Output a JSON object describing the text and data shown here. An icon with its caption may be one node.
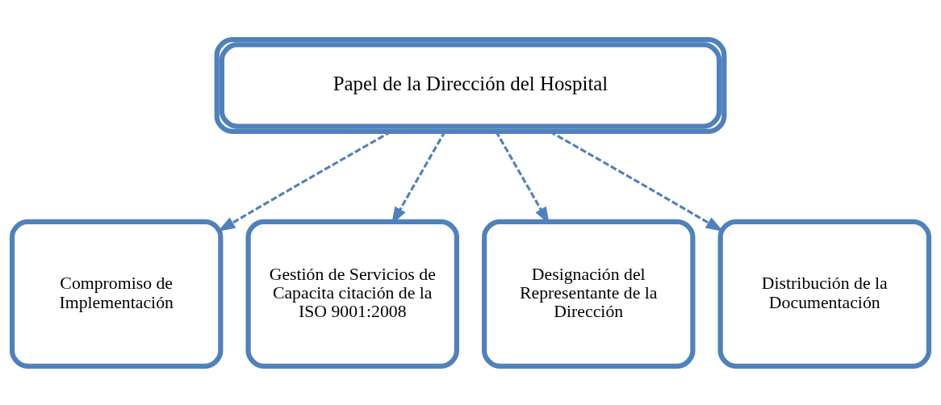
{
  "diagram": {
    "nodes": [
      {
        "text": [
          "Papel de la Dirección del Hospital"
        ]
      },
      {
        "text": [
          "Compromiso de Implementación"
        ]
      },
      {
        "text": [
          "Gestión de Servicios de Capacita citación de la ISO 9001:2008"
        ]
      },
      {
        "text": [
          "Designación del Representante de la Dirección"
        ]
      },
      {
        "text": [
          "Distribución de la Documentación"
        ]
      }
    ],
    "edges": [
      {
        "from": 0,
        "to": 1,
        "arrow": "to",
        "style": "dashed"
      },
      {
        "from": 0,
        "to": 2,
        "arrow": "to",
        "style": "dashed"
      },
      {
        "from": 0,
        "to": 3,
        "arrow": "to",
        "style": "dashed"
      },
      {
        "from": 0,
        "to": 4,
        "arrow": "to",
        "style": "dashed"
      }
    ]
  }
}
